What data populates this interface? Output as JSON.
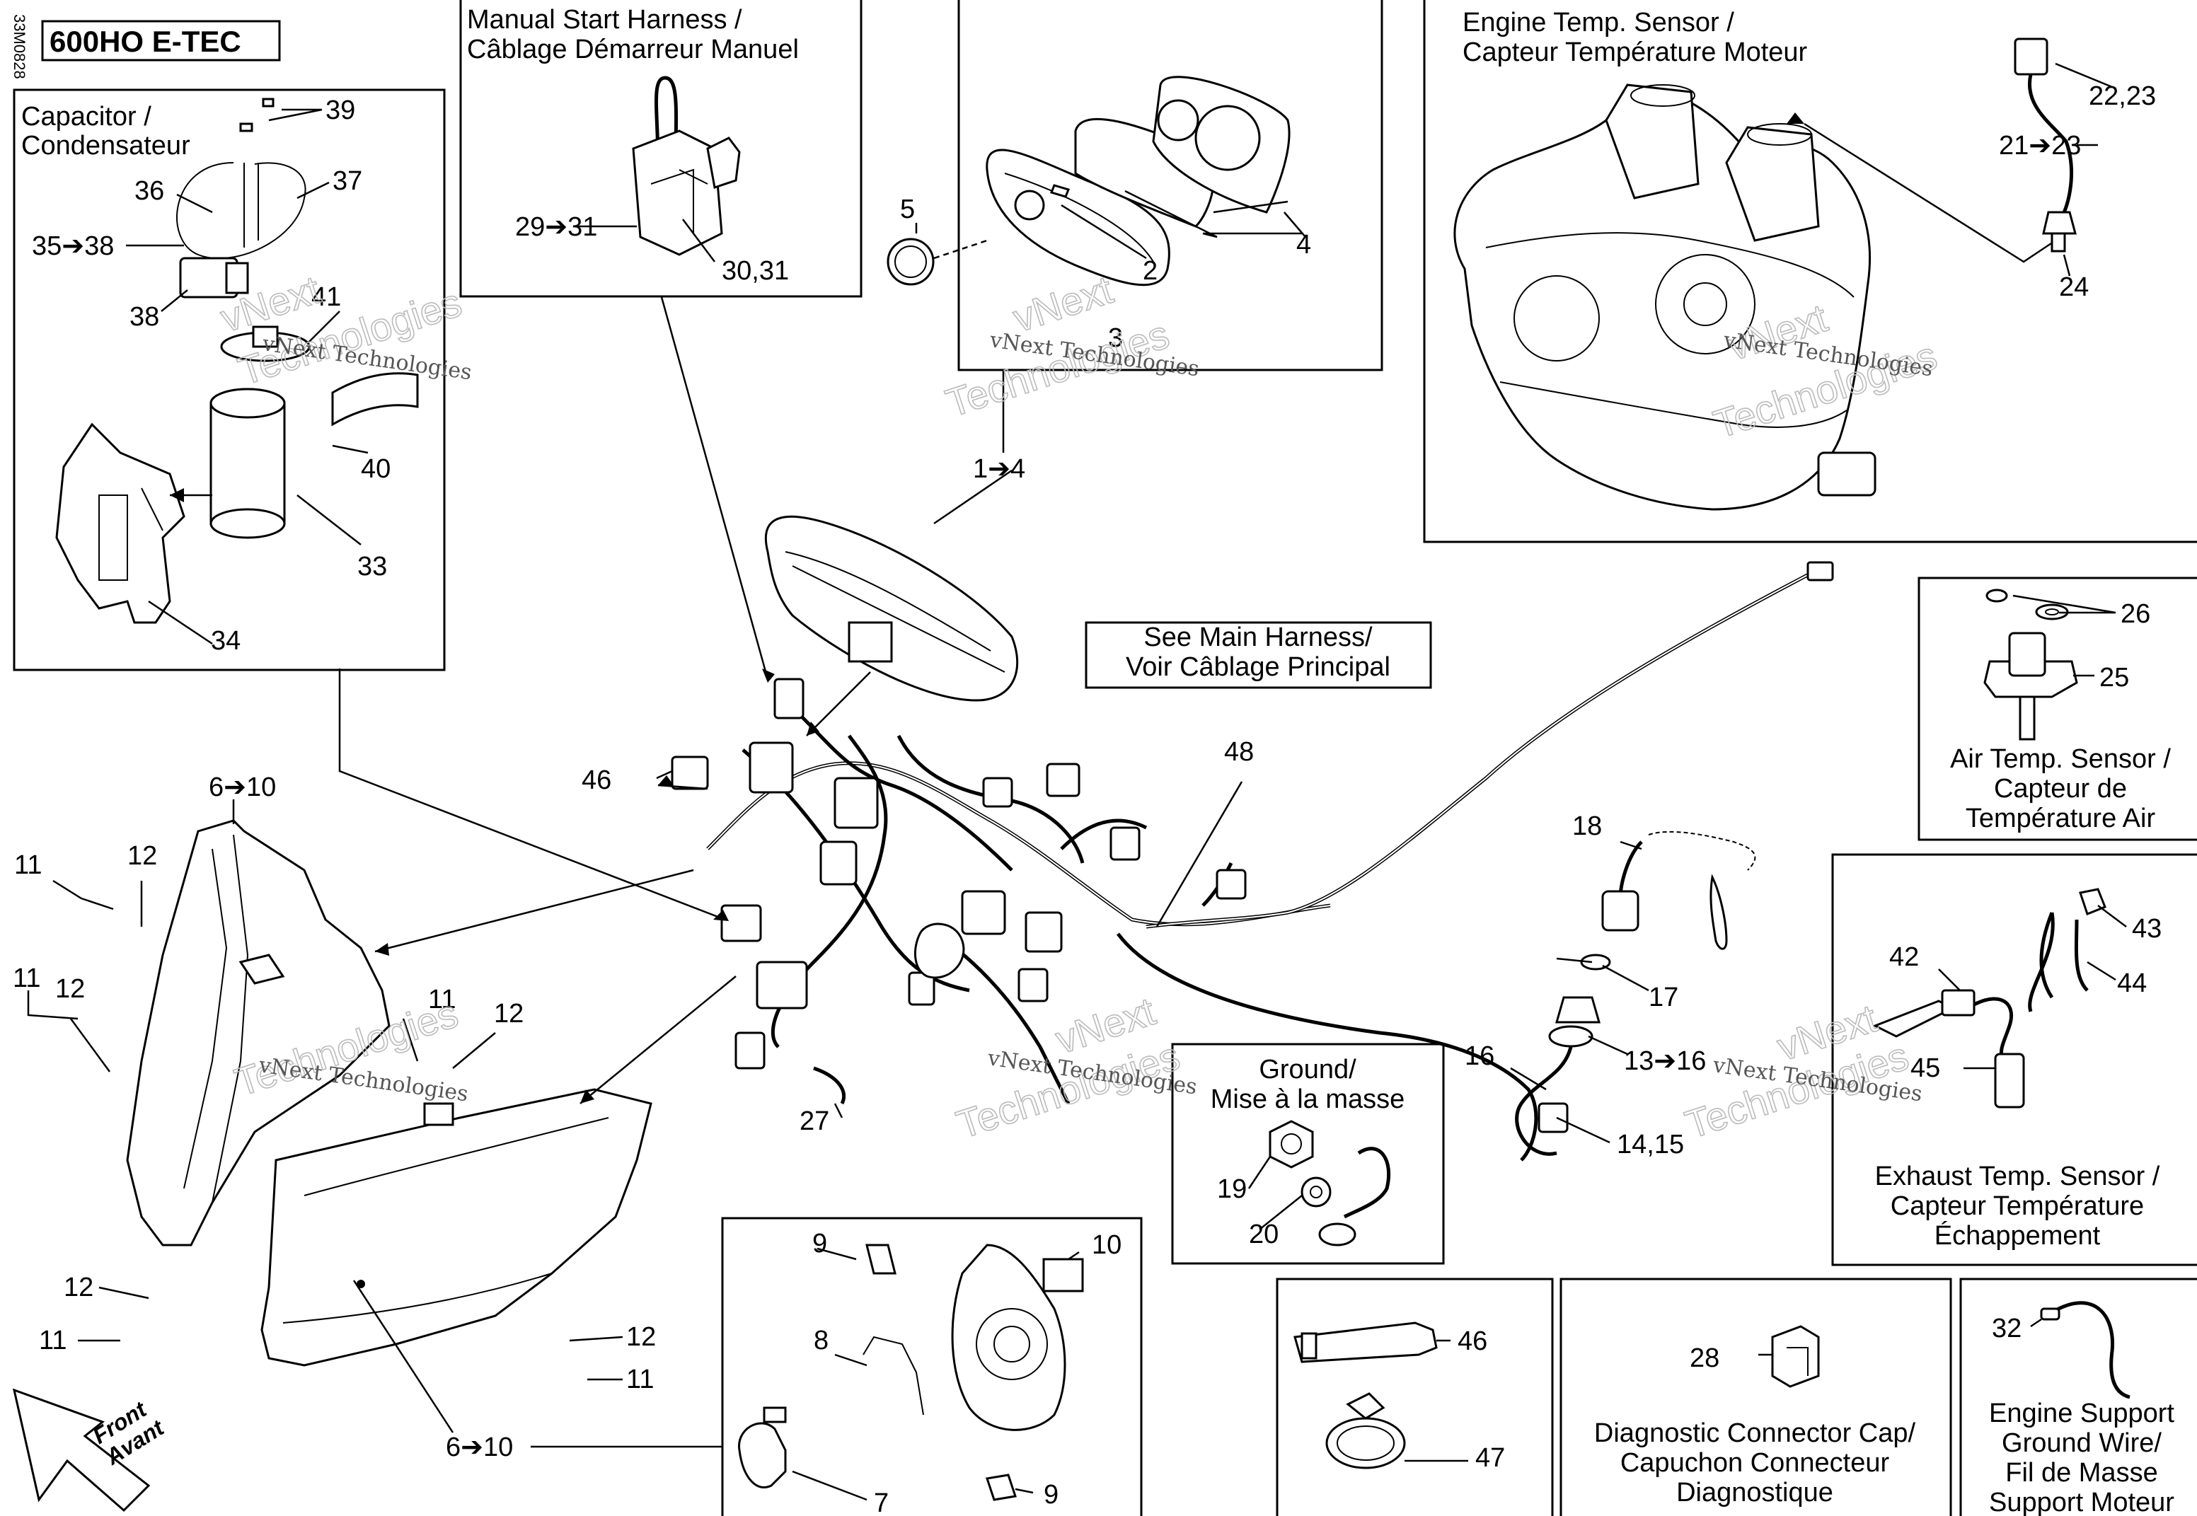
{
  "title": "600HO E-TEC",
  "reference": "33M0828",
  "sections": {
    "capacitor": [
      "Capacitor /",
      "Condensateur"
    ],
    "manual_start": [
      "Manual Start Harness /",
      "Câblage Démarreur Manuel"
    ],
    "engine_temp": [
      "Engine Temp. Sensor /",
      "Capteur Température Moteur"
    ],
    "main_harness": [
      "See Main Harness/",
      "Voir Câblage Principal"
    ],
    "air_temp": [
      "Air Temp. Sensor /",
      "Capteur de",
      "Température Air"
    ],
    "exhaust_temp": [
      "Exhaust Temp. Sensor /",
      "Capteur Température",
      "Échappement"
    ],
    "ground": [
      "Ground/",
      "Mise à la masse"
    ],
    "diagnostic": [
      "Diagnostic Connector Cap/",
      "Capuchon Connecteur",
      "Diagnostique"
    ],
    "engine_support": [
      "Engine Support",
      "Ground Wire/",
      "Fil de Masse",
      "Support Moteur"
    ]
  },
  "front_arrow": [
    "Front",
    "Avant"
  ],
  "watermark": {
    "small": "vNext Technologies",
    "large_a": "vNext",
    "large_b": "Technologies"
  },
  "callouts": [
    "39",
    "37",
    "36",
    "35➔38",
    "38",
    "41",
    "40",
    "33",
    "34",
    "29➔31",
    "30,31",
    "5",
    "2",
    "3",
    "4",
    "1➔4",
    "22,23",
    "21➔23",
    "24",
    "48",
    "46",
    "26",
    "25",
    "6➔10",
    "11",
    "12",
    "11",
    "12",
    "11",
    "12",
    "12",
    "11",
    "12",
    "11",
    "27",
    "18",
    "17",
    "13➔16",
    "16",
    "14,15",
    "19",
    "20",
    "42",
    "43",
    "44",
    "45",
    "9",
    "10",
    "8",
    "9",
    "7",
    "6➔10",
    "46",
    "47",
    "28",
    "32"
  ]
}
